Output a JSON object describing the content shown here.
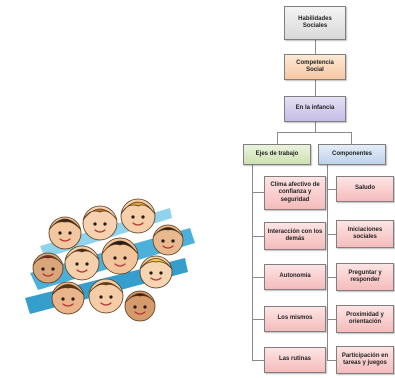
{
  "diagram": {
    "root": "Habilidades Sociales",
    "level2": "Competencia Social",
    "level3": "En la infancia",
    "branches": {
      "left": {
        "label": "Ejes de trabajo",
        "items": [
          "Clima afectivo de confianza y seguridad",
          "Interacción con los demás",
          "Autonomía",
          "Los mismos",
          "Las rutinas"
        ]
      },
      "right": {
        "label": "Componentes",
        "items": [
          "Saludo",
          "Iniciaciones sociales",
          "Preguntar y responder",
          "Proximidad y orientación",
          "Participación en tareas y juegos"
        ]
      }
    }
  },
  "illustration": {
    "icon": "group-of-children-faces"
  }
}
